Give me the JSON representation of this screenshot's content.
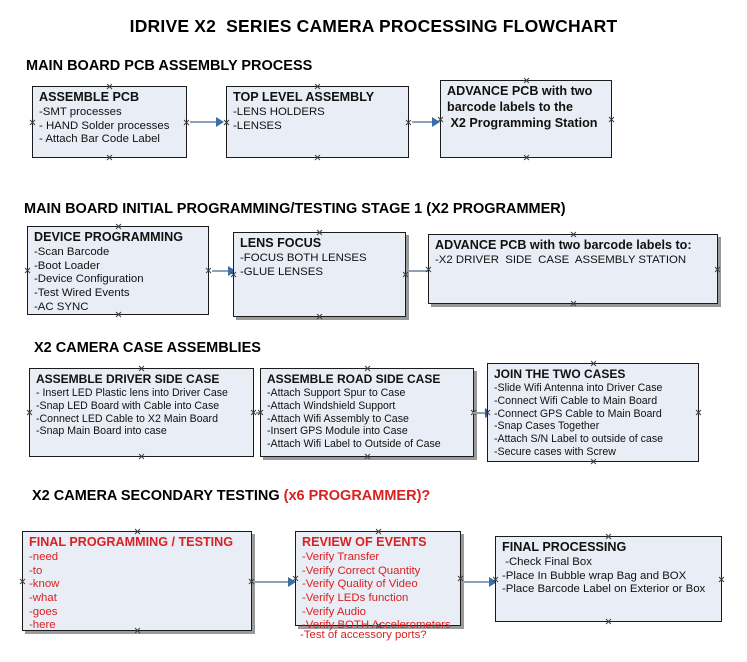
{
  "document": {
    "title": "IDRIVE X2  SERIES CAMERA PROCESSING FLOWCHART"
  },
  "sections": [
    {
      "heading": "MAIN BOARD PCB ASSEMBLY PROCESS",
      "heading_accent": "",
      "nodes": [
        {
          "title": "ASSEMBLE PCB",
          "lines": [
            "-SMT processes",
            "- HAND Solder processes",
            "- Attach Bar Code Label"
          ]
        },
        {
          "title": "TOP LEVEL ASSEMBLY",
          "lines": [
            "-LENS HOLDERS",
            "-LENSES"
          ]
        },
        {
          "title": "ADVANCE PCB with two",
          "lines": [
            "barcode labels to the",
            " X2 Programming Station"
          ]
        }
      ]
    },
    {
      "heading": "MAIN BOARD INITIAL PROGRAMMING/TESTING STAGE 1 (X2 PROGRAMMER)",
      "heading_accent": "",
      "nodes": [
        {
          "title": "DEVICE PROGRAMMING",
          "lines": [
            "-Scan Barcode",
            "-Boot Loader",
            "-Device Configuration",
            "-Test Wired Events",
            "-AC SYNC"
          ]
        },
        {
          "title": "LENS FOCUS",
          "lines": [
            "-FOCUS BOTH LENSES",
            "-GLUE LENSES"
          ]
        },
        {
          "title": "ADVANCE PCB with two barcode labels to:",
          "lines": [
            "-X2 DRIVER  SIDE  CASE  ASSEMBLY STATION"
          ]
        }
      ]
    },
    {
      "heading": "X2 CAMERA CASE ASSEMBLIES",
      "heading_accent": "",
      "nodes": [
        {
          "title": "ASSEMBLE DRIVER SIDE CASE",
          "lines": [
            "- Insert LED Plastic lens into Driver Case",
            "-Snap LED Board with Cable into Case",
            "-Connect LED Cable to X2 Main Board",
            "-Snap Main Board into case"
          ]
        },
        {
          "title": "ASSEMBLE ROAD SIDE CASE",
          "lines": [
            "-Attach Support Spur to Case",
            "-Attach Windshield Support",
            "-Attach Wifi Assembly to Case",
            "-Insert GPS Module into Case",
            "-Attach Wifi Label to Outside of Case"
          ]
        },
        {
          "title": "JOIN THE TWO CASES",
          "lines": [
            "-Slide Wifi Antenna into Driver Case",
            "-Connect Wifi Cable to Main Board",
            "-Connect GPS Cable to Main Board",
            "-Snap Cases Together",
            "-Attach S/N Label to outside of case",
            "-Secure cases with Screw"
          ]
        }
      ]
    },
    {
      "heading": "X2 CAMERA SECONDARY TESTING ",
      "heading_accent": "(x6 PROGRAMMER)?",
      "nodes": [
        {
          "title": "FINAL PROGRAMMING / TESTING",
          "lines": [
            "-need",
            "-to",
            "-know",
            "-what",
            "-goes",
            "-here"
          ]
        },
        {
          "title": "REVIEW OF EVENTS",
          "lines": [
            "-Verify Transfer",
            "-Verify Correct Quantity",
            "-Verify Quality of Video",
            "-Verify LEDs function",
            "-Verify Audio",
            "-Verify BOTH Accelerometers"
          ],
          "overflow_line": "-Test of accessory ports?"
        },
        {
          "title": "FINAL PROCESSING",
          "lines": [
            " -Check Final Box",
            "-Place In Bubble wrap Bag and BOX",
            "-Place Barcode Label on Exterior or Box"
          ]
        }
      ]
    }
  ],
  "colors": {
    "node_fill": "#e9edf5",
    "node_border": "#1b1b1b",
    "accent_red": "#d92121",
    "connector_line": "#8da2b8",
    "arrow_head": "#3a6ea8",
    "shadow": "#9a9a9a"
  }
}
